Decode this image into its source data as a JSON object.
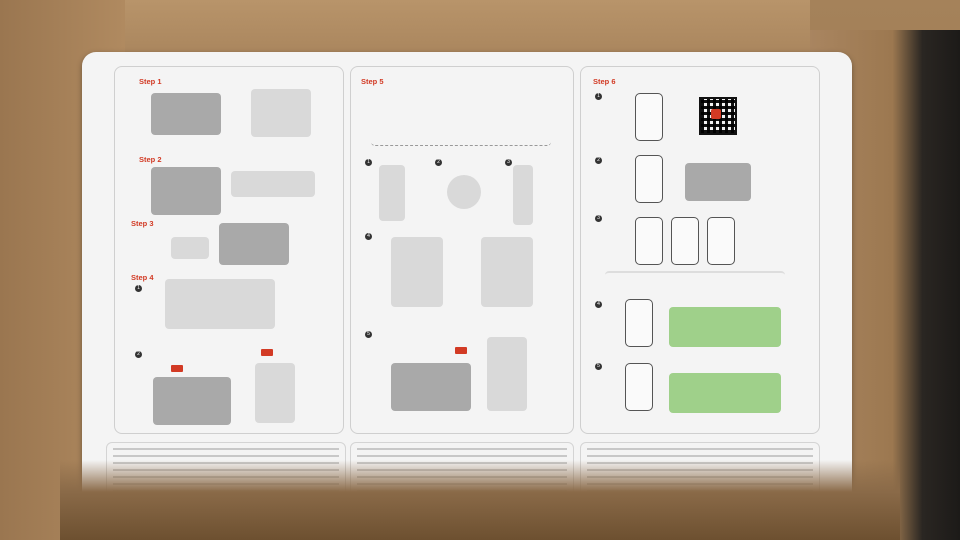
{
  "steps": {
    "s1": "Step 1",
    "s2": "Step 2",
    "s3": "Step 3",
    "s4": "Step 4",
    "s5": "Step 5",
    "s6": "Step 6"
  },
  "numbers": [
    "1",
    "2",
    "3",
    "4",
    "5"
  ],
  "colors": {
    "accent": "#d23a24",
    "sheet": "#f4f4f4",
    "cardboard": "#a5825a",
    "lawn": "#9fd08a"
  }
}
